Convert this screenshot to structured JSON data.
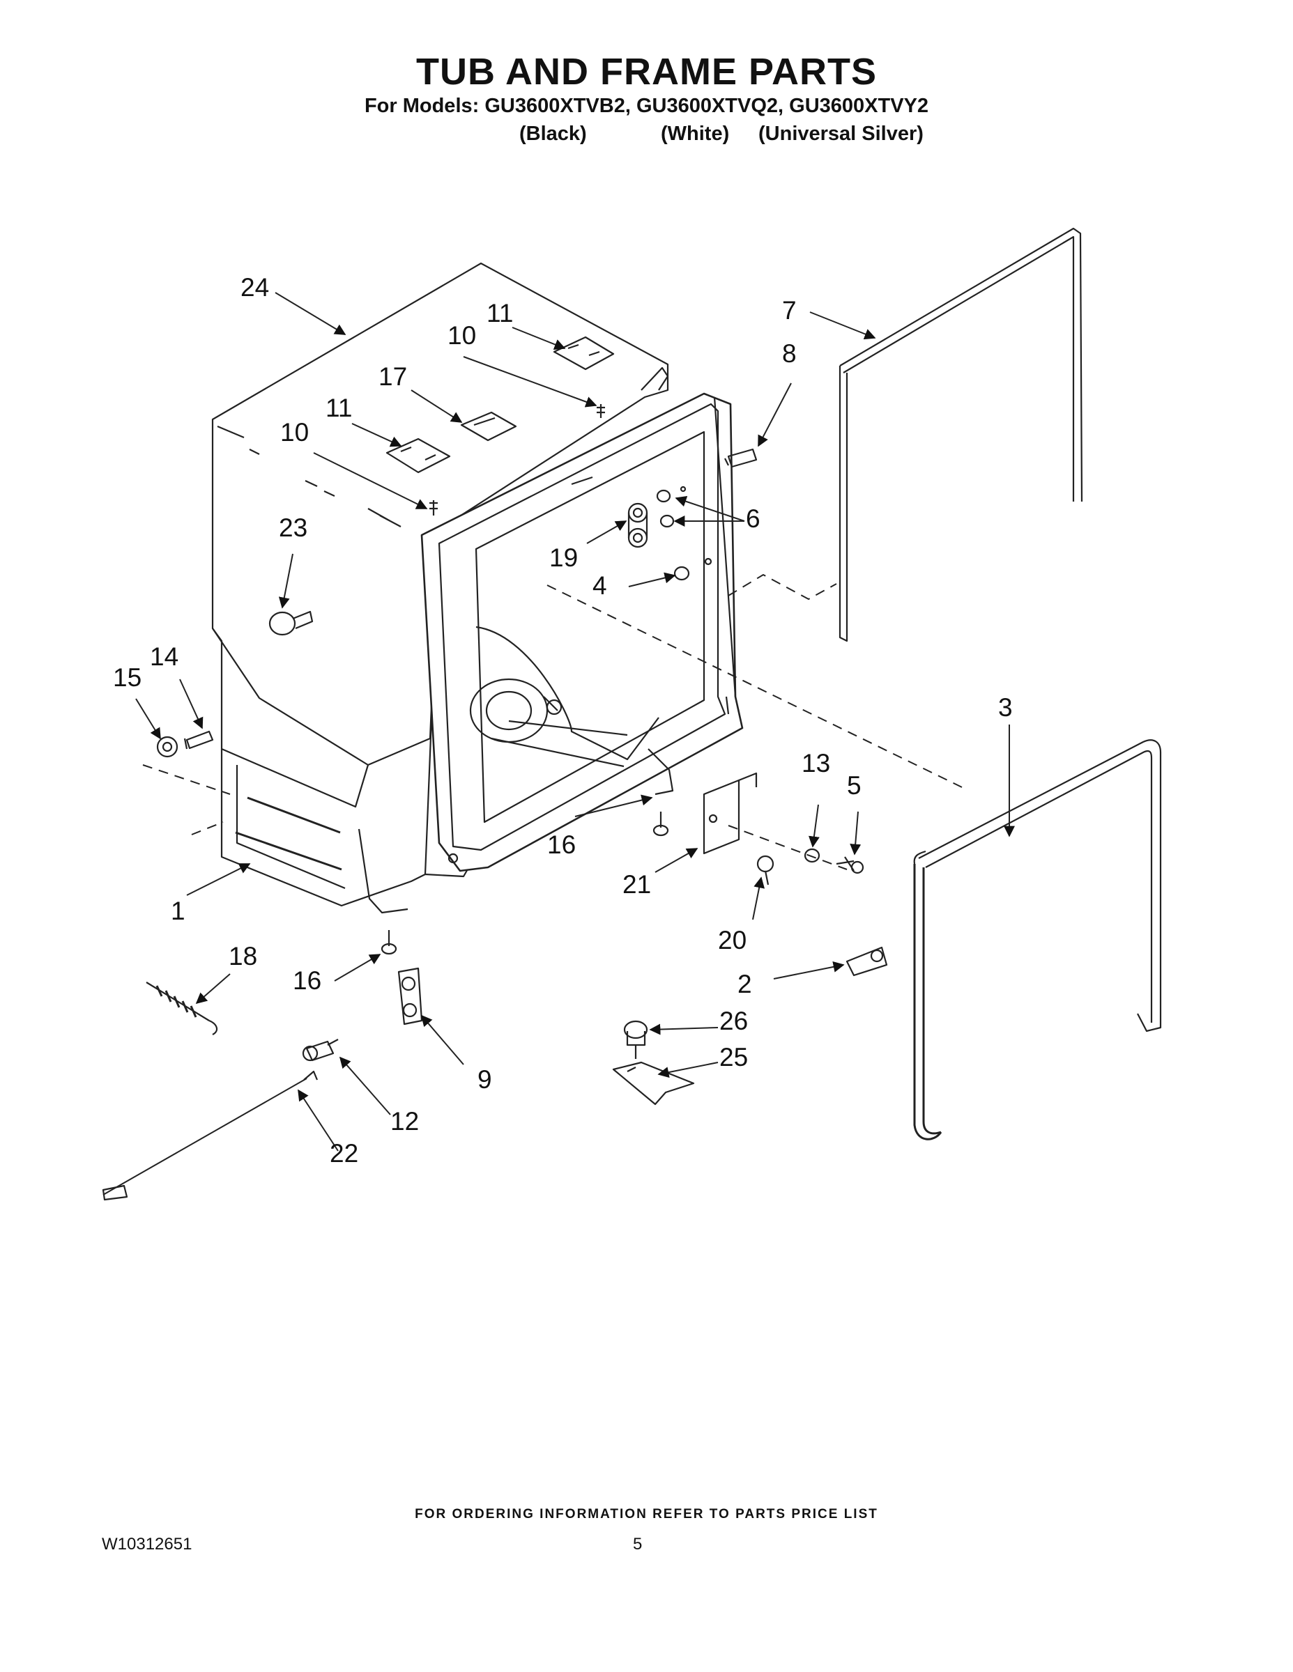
{
  "header": {
    "title": "TUB AND FRAME PARTS",
    "models_line": "For Models: GU3600XTVB2, GU3600XTVQ2, GU3600XTVY2",
    "colors": [
      "(Black)",
      "(White)",
      "(Universal Silver)"
    ]
  },
  "callouts": [
    "24",
    "11",
    "10",
    "17",
    "11",
    "10",
    "23",
    "7",
    "8",
    "6",
    "19",
    "4",
    "14",
    "15",
    "3",
    "13",
    "5",
    "16",
    "1",
    "21",
    "20",
    "18",
    "16",
    "2",
    "26",
    "25",
    "9",
    "12",
    "22"
  ],
  "footer": {
    "ordering_note": "FOR ORDERING INFORMATION REFER TO PARTS PRICE LIST",
    "doc_number": "W10312651",
    "page_number": "5"
  }
}
